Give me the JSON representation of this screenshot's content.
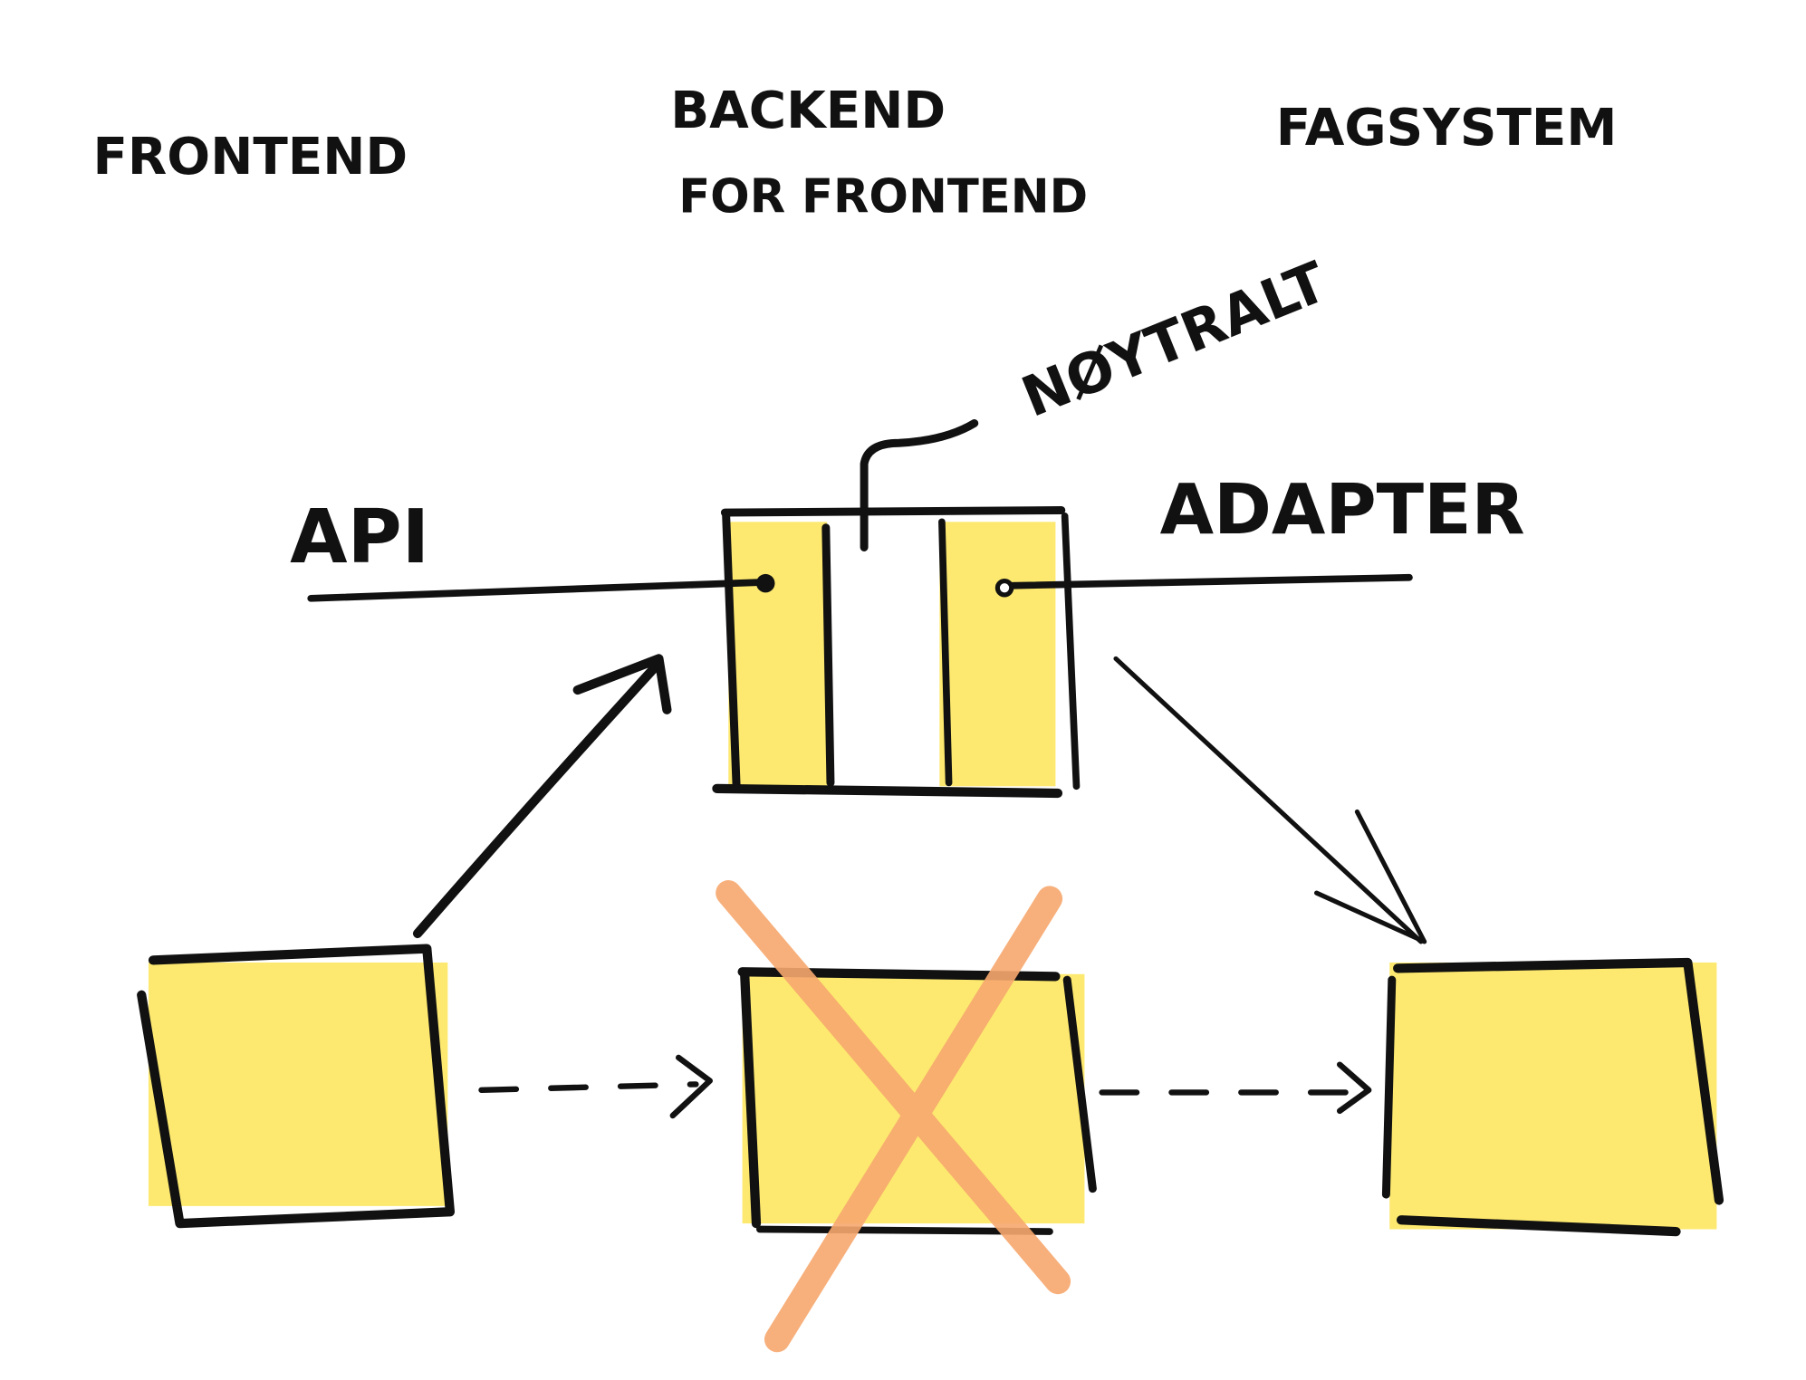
{
  "columns": {
    "frontend": "FRONTEND",
    "backend_line1": "BACKEND",
    "backend_line2": "FOR FRONTEND",
    "fagsystem": "FAGSYSTEM"
  },
  "labels": {
    "api": "API",
    "adapter": "ADAPTER",
    "neutral": "NØYTRALT"
  },
  "colors": {
    "box_fill": "#fde96f",
    "ink": "#111111",
    "cross": "#f7a86e"
  }
}
